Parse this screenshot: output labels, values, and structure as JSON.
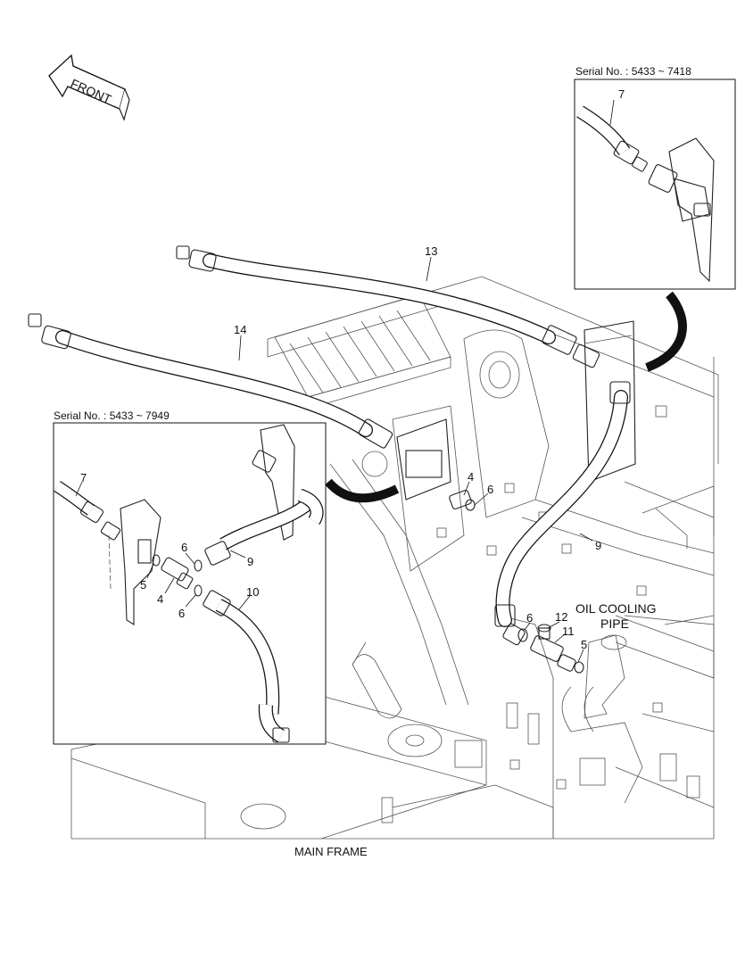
{
  "direction_arrow": {
    "label": "FRONT"
  },
  "inset_right": {
    "serial_label": "Serial No. : 5433 ~ 7418"
  },
  "inset_left": {
    "serial_label": "Serial No. : 5433 ~ 7949"
  },
  "callouts": {
    "c4": "4",
    "c5": "5",
    "c6": "6",
    "c9": "9",
    "c11": "11",
    "c12": "12",
    "c13": "13",
    "c14": "14",
    "inset_right_7": "7",
    "inset_left_7": "7",
    "inset_left_6a": "6",
    "inset_left_5": "5",
    "inset_left_4": "4",
    "inset_left_6b": "6",
    "inset_left_9": "9",
    "inset_left_10": "10"
  },
  "labels": {
    "oil_cooling_line1": "OIL COOLING",
    "oil_cooling_line2": "PIPE",
    "main_frame": "MAIN FRAME"
  }
}
